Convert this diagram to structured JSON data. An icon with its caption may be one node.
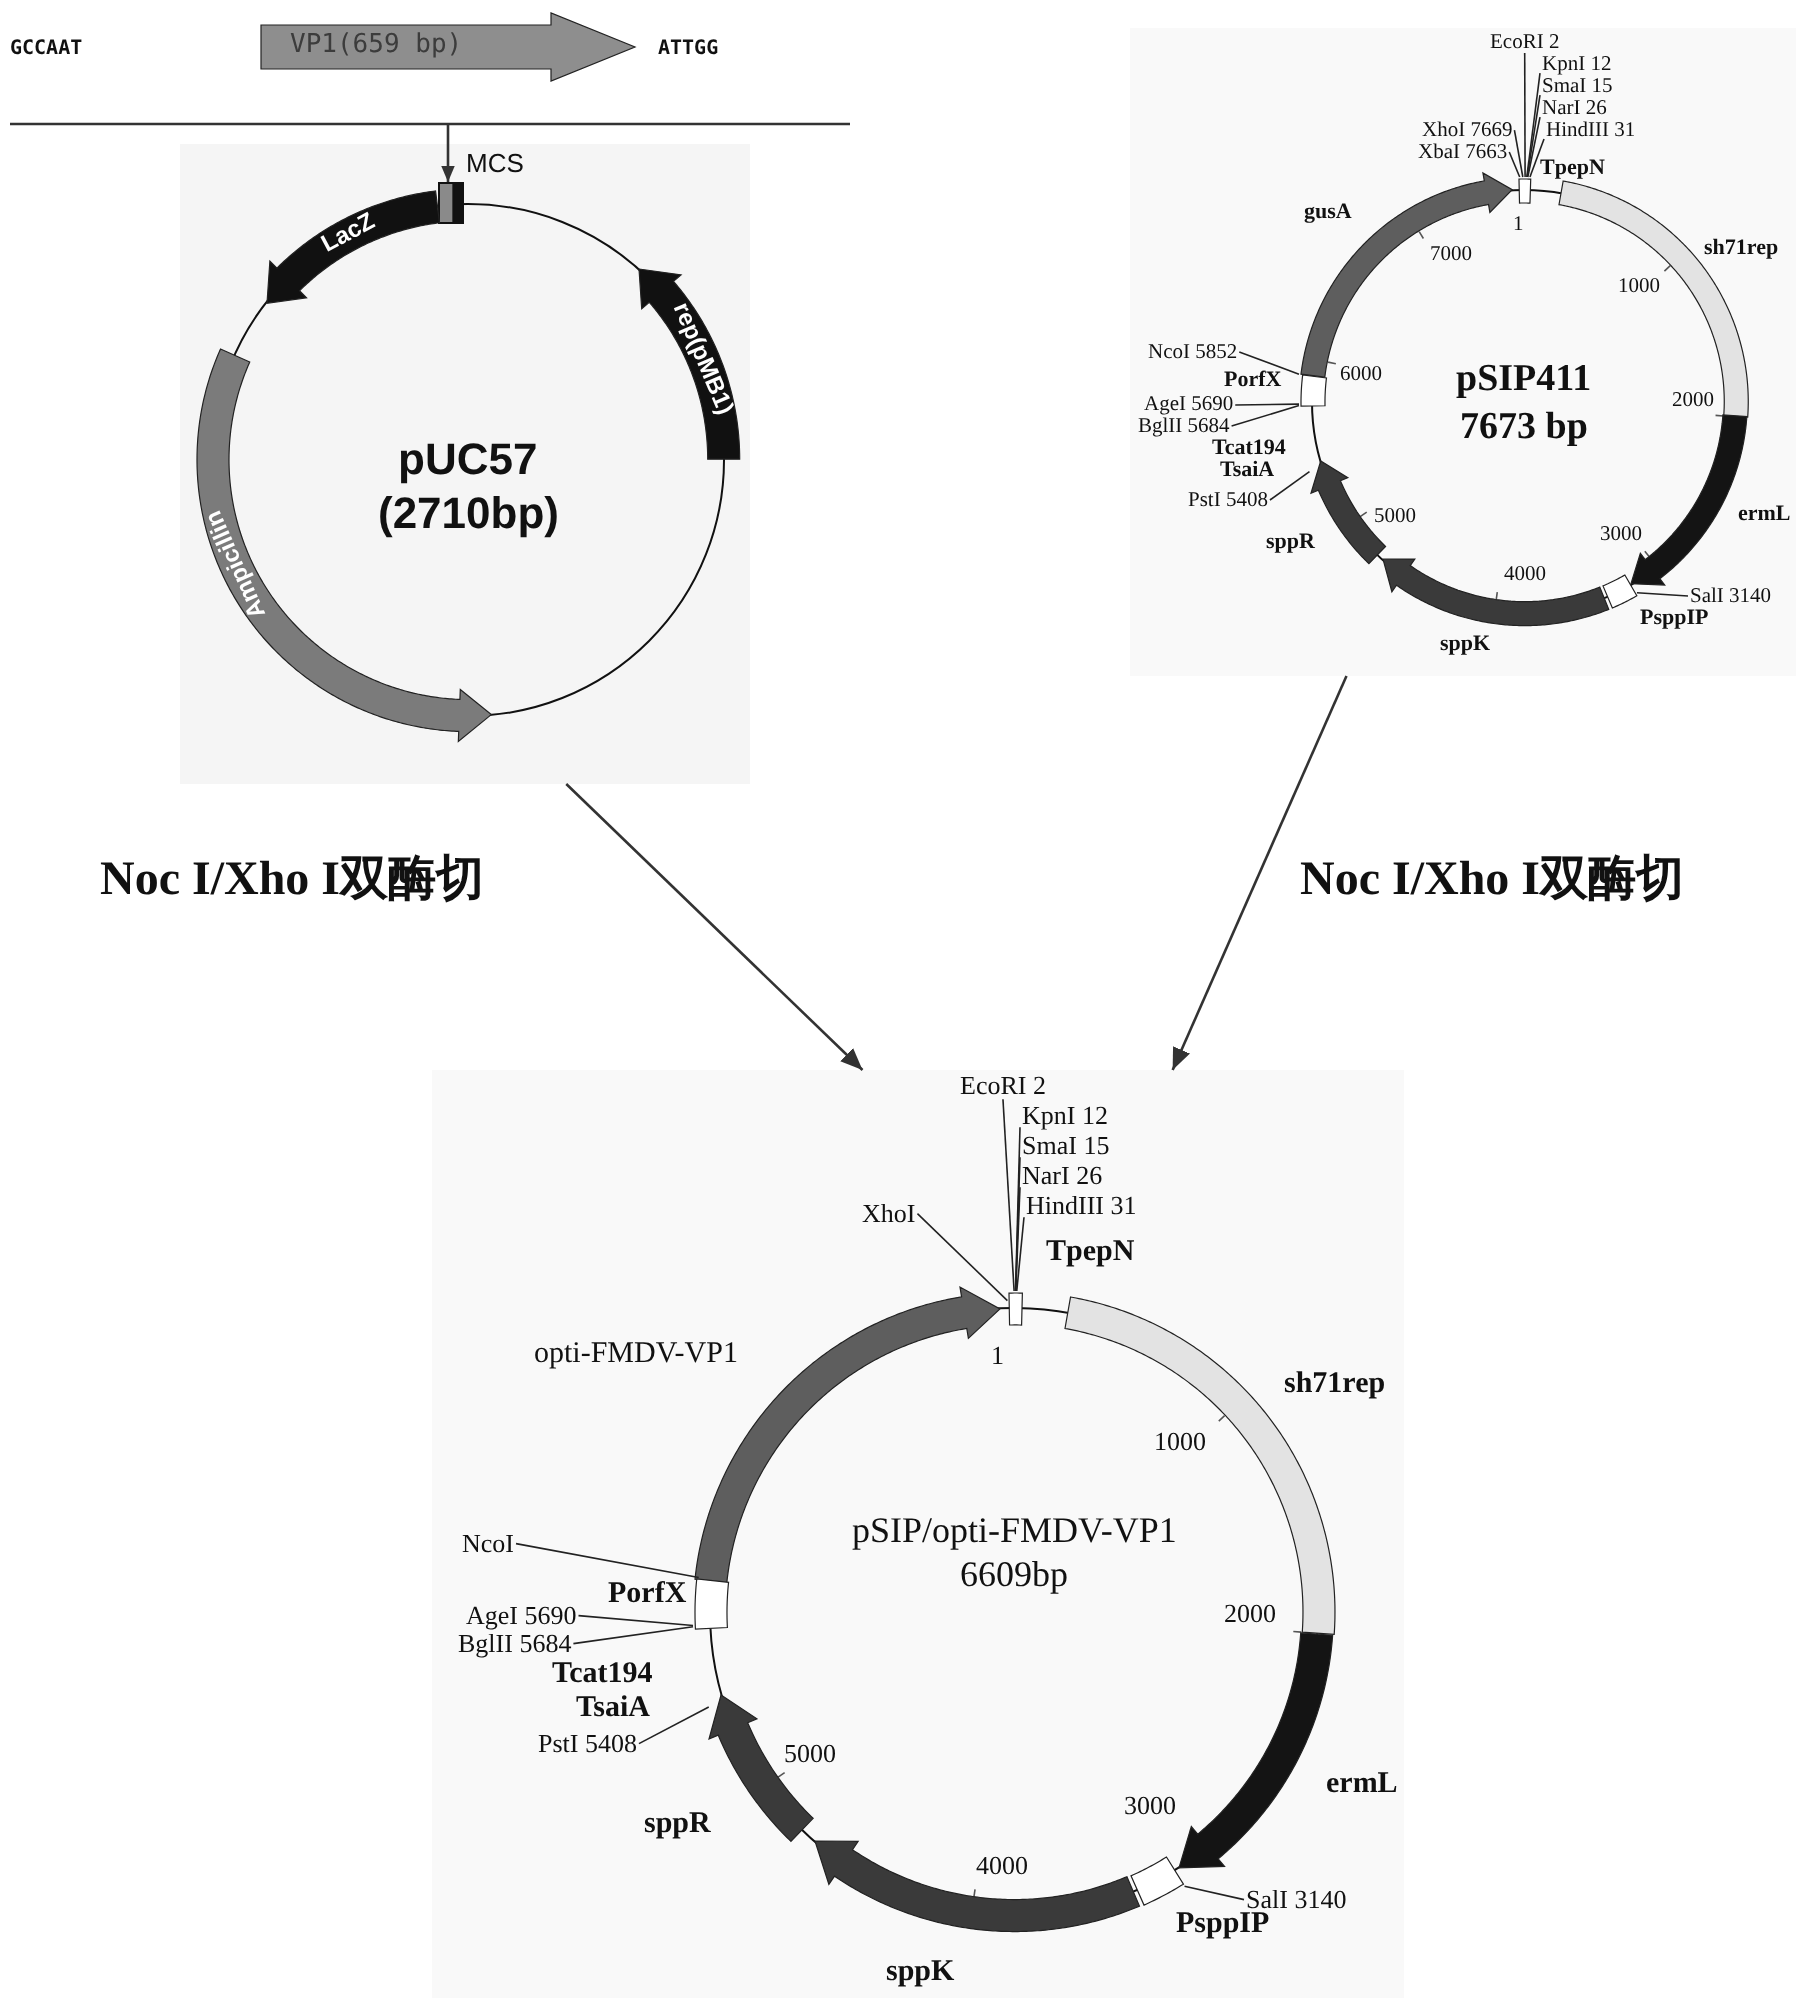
{
  "diagram": {
    "nodes": [
      {
        "text": [
          "VP1(659 bp)"
        ]
      },
      {
        "text": [
          "pUC57",
          "(2710bp)"
        ]
      },
      {
        "text": [],
        "shape": "box",
        "in": 1,
        "beside": [
          "MCS"
        ]
      },
      {
        "text": [
          "LacZ"
        ],
        "in": 1
      },
      {
        "text": [
          "rep(pMB1)"
        ],
        "in": 1
      },
      {
        "text": [
          "Ampicillin"
        ],
        "in": 1
      },
      {
        "text": [
          "pSIP411",
          "7673 bp"
        ]
      },
      {
        "text": [
          "EcoRI 2"
        ],
        "in": 6
      },
      {
        "text": [
          "KpnI 12"
        ],
        "in": 6
      },
      {
        "text": [
          "SmaI 15"
        ],
        "in": 6
      },
      {
        "text": [
          "NarI 26"
        ],
        "in": 6
      },
      {
        "text": [
          "HindIII 31"
        ],
        "in": 6
      },
      {
        "text": [
          "XhoI 7669"
        ],
        "in": 6
      },
      {
        "text": [
          "XbaI 7663"
        ],
        "in": 6
      },
      {
        "text": [],
        "shape": "box",
        "in": 6,
        "beside": [
          "TpepN"
        ]
      },
      {
        "text": [],
        "shape": "arrow",
        "in": 6,
        "beside": [
          "gusA"
        ]
      },
      {
        "text": [],
        "shape": "bar",
        "in": 6,
        "beside": [
          "sh71rep"
        ]
      },
      {
        "text": [
          "NcoI 5852"
        ],
        "in": 6
      },
      {
        "text": [],
        "shape": "box",
        "in": 6,
        "beside": [
          "PorfX"
        ]
      },
      {
        "text": [
          "AgeI 5690"
        ],
        "in": 6
      },
      {
        "text": [
          "BglII 5684"
        ],
        "in": 6
      },
      {
        "text": [
          "PstI 5408"
        ],
        "in": 6
      },
      {
        "text": [],
        "shape": "arrow",
        "in": 6,
        "beside": [
          "ermL"
        ]
      },
      {
        "text": [],
        "shape": "arrow",
        "in": 6,
        "beside": [
          "sppR"
        ]
      },
      {
        "text": [],
        "shape": "box",
        "in": 6,
        "beside": [
          "PsppIP"
        ]
      },
      {
        "text": [
          "SalI 3140"
        ],
        "in": 6
      },
      {
        "text": [],
        "shape": "arrow",
        "in": 6,
        "beside": [
          "sppK"
        ]
      },
      {
        "text": [
          "pSIP/opti-FMDV-VP1",
          "6609bp"
        ]
      },
      {
        "text": [
          "EcoRI 2"
        ],
        "in": 27
      },
      {
        "text": [
          "KpnI 12"
        ],
        "in": 27
      },
      {
        "text": [
          "SmaI 15"
        ],
        "in": 27
      },
      {
        "text": [
          "NarI 26"
        ],
        "in": 27
      },
      {
        "text": [
          "HindIII 31"
        ],
        "in": 27
      },
      {
        "text": [
          "XhoI"
        ],
        "in": 27
      },
      {
        "text": [],
        "shape": "box",
        "in": 27,
        "beside": [
          "TpepN"
        ]
      },
      {
        "text": [],
        "shape": "arrow",
        "in": 27,
        "beside": [
          "opti-FMDV-VP1"
        ]
      },
      {
        "text": [],
        "shape": "bar",
        "in": 27,
        "beside": [
          "sh71rep"
        ]
      },
      {
        "text": [
          "NcoI"
        ],
        "in": 27
      },
      {
        "text": [],
        "shape": "box",
        "in": 27,
        "beside": [
          "PorfX"
        ]
      },
      {
        "text": [
          "AgeI 5690"
        ],
        "in": 27
      },
      {
        "text": [
          "BglII 5684"
        ],
        "in": 27
      },
      {
        "text": [
          "PstI 5408"
        ],
        "in": 27
      },
      {
        "text": [],
        "shape": "arrow",
        "in": 27,
        "beside": [
          "ermL"
        ]
      },
      {
        "text": [],
        "shape": "arrow",
        "in": 27,
        "beside": [
          "sppR"
        ]
      },
      {
        "text": [
          "SalI 3140"
        ],
        "in": 27
      },
      {
        "text": [],
        "shape": "box",
        "in": 27,
        "beside": [
          "PsppIP"
        ]
      },
      {
        "text": [],
        "shape": "arrow",
        "in": 27,
        "beside": [
          "sppK"
        ]
      }
    ],
    "edges": [
      {
        "from": null,
        "to": 2,
        "arrow": "to"
      },
      {
        "from": 1,
        "to": 27,
        "arrow": "to",
        "label": "Noc I/Xho I双酶切"
      },
      {
        "from": 6,
        "to": 27,
        "arrow": "to",
        "label": "Noc I/Xho I双酶切"
      },
      {
        "from": 7,
        "to": 14,
        "arrow": "none"
      },
      {
        "from": 8,
        "to": 14,
        "arrow": "none"
      },
      {
        "from": 9,
        "to": 14,
        "arrow": "none"
      },
      {
        "from": 10,
        "to": 14,
        "arrow": "none"
      },
      {
        "from": 11,
        "to": 14,
        "arrow": "none"
      },
      {
        "from": 12,
        "to": 14,
        "arrow": "none"
      },
      {
        "from": 13,
        "to": 14,
        "arrow": "none"
      },
      {
        "from": 17,
        "to": 18,
        "arrow": "none"
      },
      {
        "from": 19,
        "to": 18,
        "arrow": "none"
      },
      {
        "from": 20,
        "to": 18,
        "arrow": "none"
      },
      {
        "from": 21,
        "to": 23,
        "arrow": "none"
      },
      {
        "from": 25,
        "to": 24,
        "arrow": "none"
      },
      {
        "from": 28,
        "to": 34,
        "arrow": "none"
      },
      {
        "from": 29,
        "to": 34,
        "arrow": "none"
      },
      {
        "from": 30,
        "to": 34,
        "arrow": "none"
      },
      {
        "from": 31,
        "to": 34,
        "arrow": "none"
      },
      {
        "from": 32,
        "to": 34,
        "arrow": "none"
      },
      {
        "from": 33,
        "to": 34,
        "arrow": "none"
      },
      {
        "from": 37,
        "to": 38,
        "arrow": "none"
      },
      {
        "from": 39,
        "to": 38,
        "arrow": "none"
      },
      {
        "from": 40,
        "to": 38,
        "arrow": "none"
      },
      {
        "from": 41,
        "to": 43,
        "arrow": "none"
      },
      {
        "from": 44,
        "to": 45,
        "arrow": "none"
      }
    ],
    "labels": [
      "GCCAAT",
      "ATTGG",
      "1",
      "7000",
      "1000",
      "6000",
      "2000",
      "Tcat194",
      "TsaiA",
      "5000",
      "3000",
      "4000",
      "1",
      "1000",
      "2000",
      "Tcat194",
      "TsaiA",
      "5000",
      "3000",
      "4000"
    ]
  }
}
